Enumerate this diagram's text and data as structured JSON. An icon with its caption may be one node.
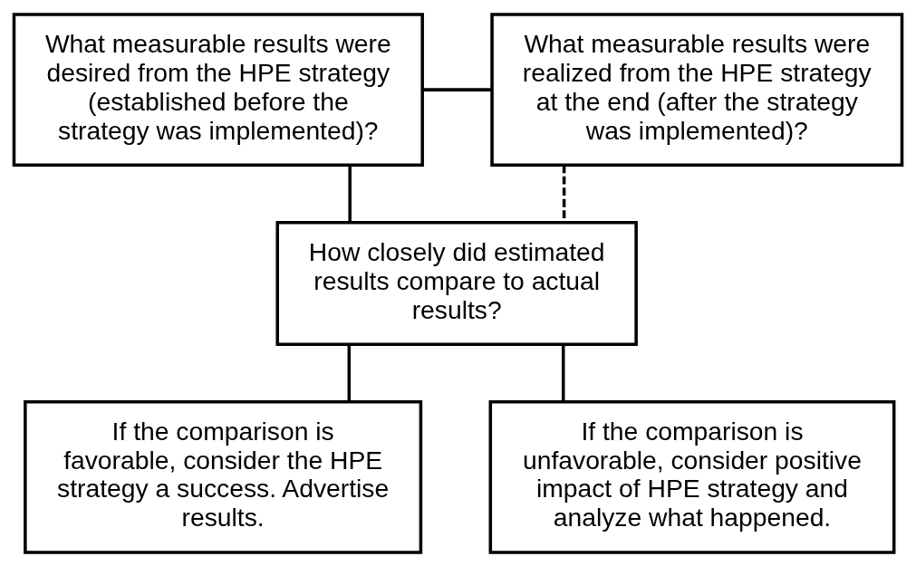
{
  "diagram": {
    "nodes": [
      {
        "text": [
          "What measurable results were desired from the HPE strategy (established before the strategy was implemented)?"
        ]
      },
      {
        "text": [
          "What measurable results were realized from the HPE strategy at the end (after the strategy was implemented)?"
        ]
      },
      {
        "text": [
          "How closely did estimated results compare to actual results?"
        ]
      },
      {
        "text": [
          "If the comparison is favorable, consider the HPE strategy a success. Advertise results."
        ]
      },
      {
        "text": [
          "If the comparison is unfavorable, consider positive impact of HPE strategy and analyze what happened."
        ]
      }
    ],
    "edges": [
      {
        "from": 0,
        "to": 1,
        "arrow": "none"
      },
      {
        "from": 0,
        "to": 2,
        "arrow": "none"
      },
      {
        "from": 1,
        "to": 2,
        "arrow": "none",
        "style": "dashed"
      },
      {
        "from": 2,
        "to": 3,
        "arrow": "none"
      },
      {
        "from": 2,
        "to": 4,
        "arrow": "none"
      }
    ]
  }
}
